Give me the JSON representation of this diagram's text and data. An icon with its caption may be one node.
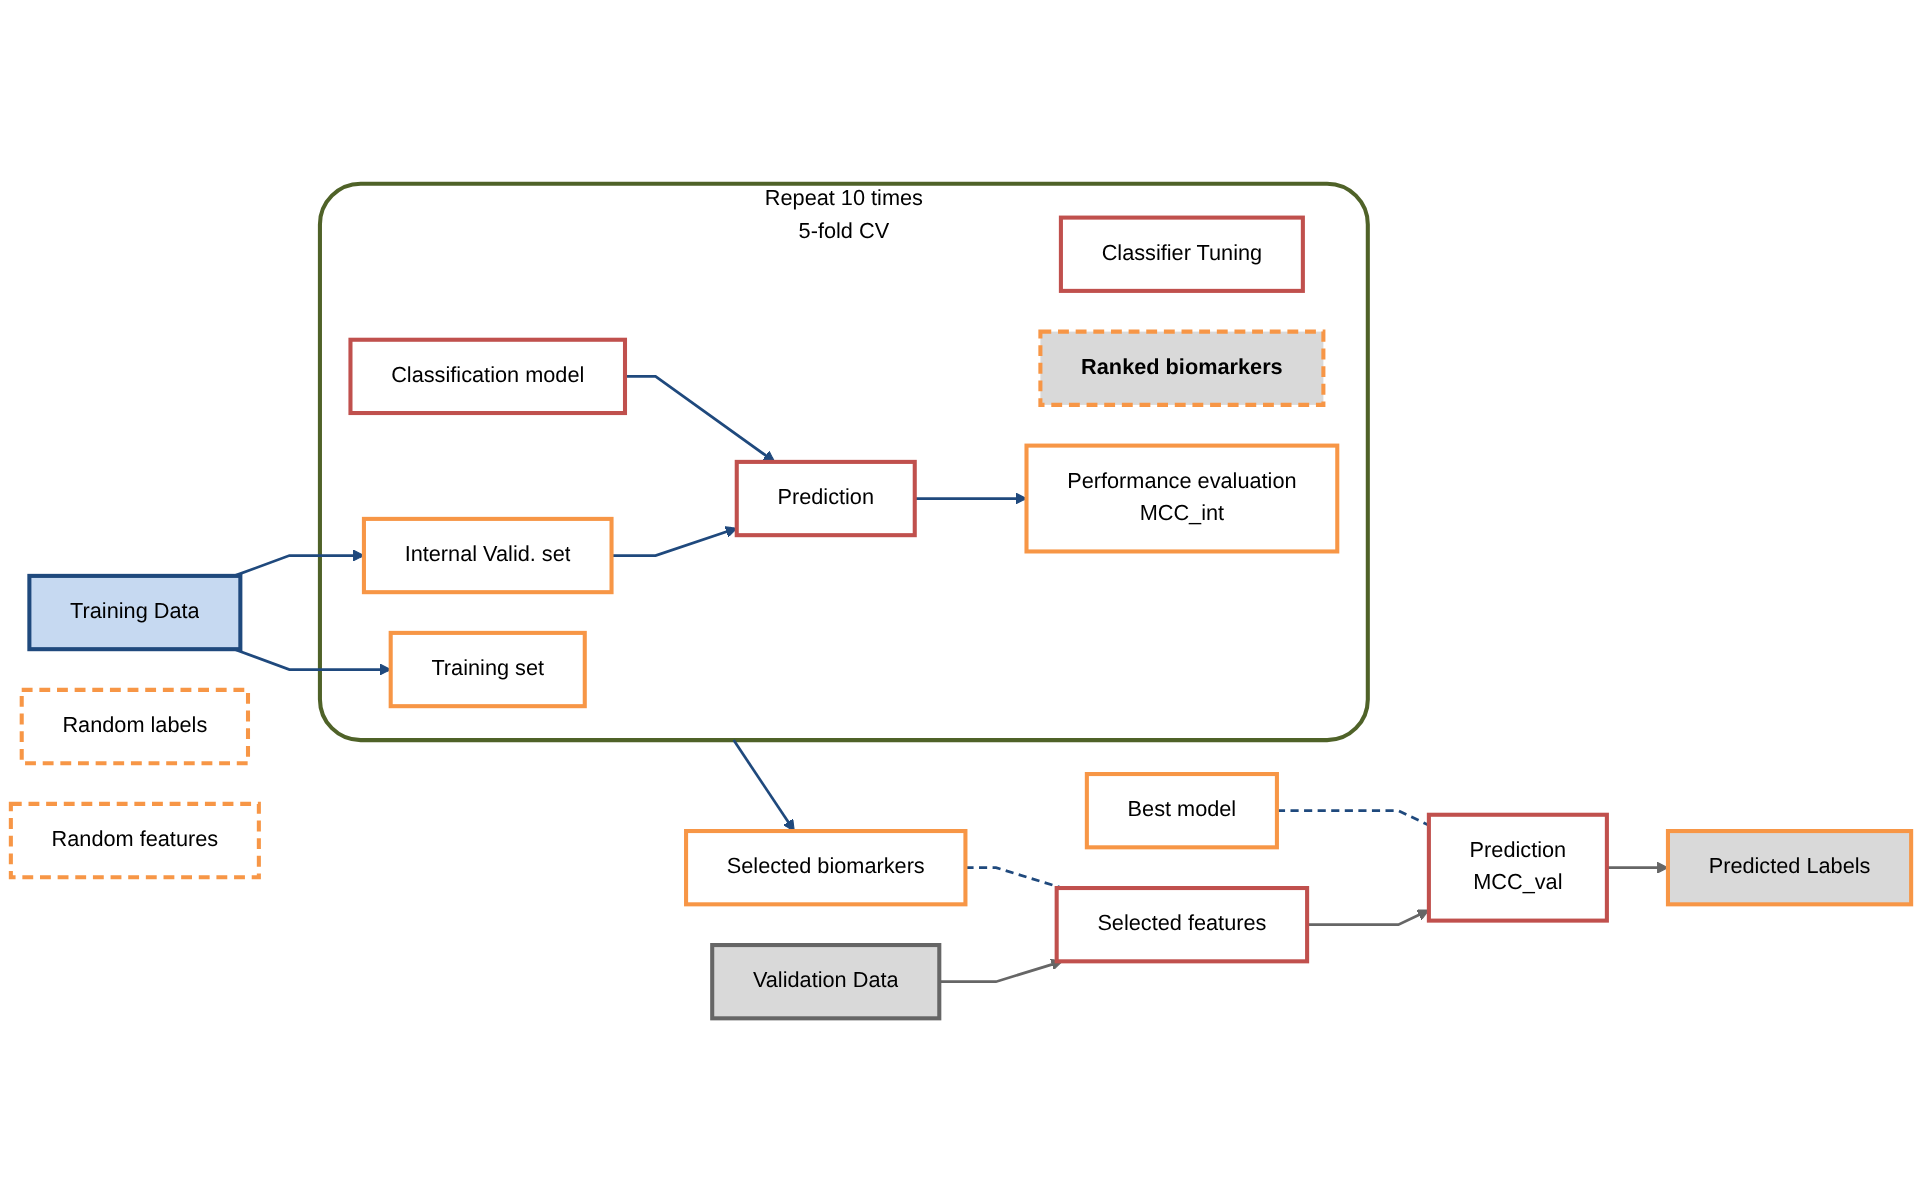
{
  "diagram": {
    "nodes": [
      {
        "text": [
          "Training Data"
        ]
      },
      {
        "text": [
          "Validation Data"
        ]
      },
      {
        "text": [
          "Repeat 10 times",
          "5-fold CV"
        ]
      },
      {
        "text": [
          "Training set"
        ],
        "in": 2
      },
      {
        "text": [
          "Classifier Tuning"
        ],
        "in": 2
      },
      {
        "text": [
          "Classification model"
        ],
        "in": 2
      },
      {
        "text": [
          "Ranked biomarkers"
        ],
        "in": 2
      },
      {
        "text": [
          "Internal Valid. set"
        ],
        "in": 2
      },
      {
        "text": [
          "Prediction"
        ],
        "in": 2
      },
      {
        "text": [
          "Performance evaluation",
          "MCC_int"
        ],
        "in": 2
      },
      {
        "text": [
          "Selected biomarkers"
        ]
      },
      {
        "text": [
          "Best model"
        ]
      },
      {
        "text": [
          "Random labels"
        ]
      },
      {
        "text": [
          "Random features"
        ]
      },
      {
        "text": [
          "Selected features"
        ]
      },
      {
        "text": [
          "Prediction",
          "MCC_val"
        ]
      },
      {
        "text": [
          "Predicted Labels"
        ]
      }
    ],
    "edges": [
      {
        "from": 0,
        "to": 3,
        "arrow": "to"
      },
      {
        "from": 0,
        "to": 7,
        "arrow": "to"
      },
      {
        "from": 5,
        "to": 8,
        "arrow": "to"
      },
      {
        "from": 7,
        "to": 8,
        "arrow": "to"
      },
      {
        "from": 8,
        "to": 9,
        "arrow": "to"
      },
      {
        "from": 2,
        "to": 10,
        "arrow": "to"
      },
      {
        "from": 10,
        "to": 14,
        "arrow": "none",
        "style": "dashed"
      },
      {
        "from": 11,
        "to": 15,
        "arrow": "none",
        "style": "dashed"
      },
      {
        "from": 1,
        "to": 14,
        "arrow": "to",
        "color": "#666666"
      },
      {
        "from": 14,
        "to": 15,
        "arrow": "to",
        "color": "#666666"
      },
      {
        "from": 15,
        "to": 16,
        "arrow": "to",
        "color": "#666666"
      }
    ]
  }
}
